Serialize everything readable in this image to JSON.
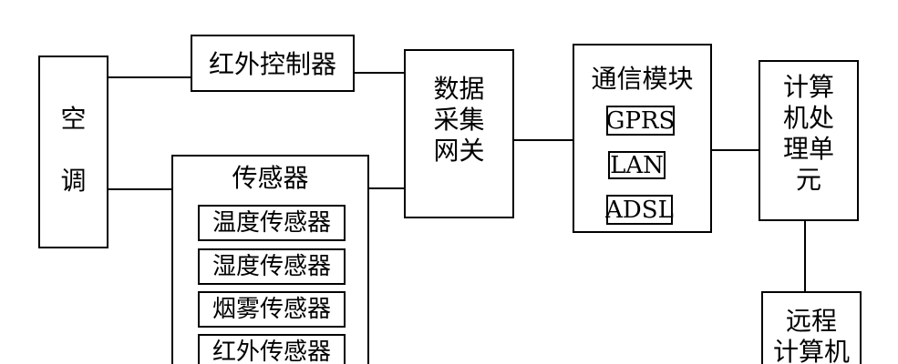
{
  "diagram": {
    "ac": {
      "label": "空\n\n调"
    },
    "ir_controller": {
      "label": "红外控制器"
    },
    "sensors": {
      "title": "传感器",
      "items": [
        "温度传感器",
        "湿度传感器",
        "烟雾传感器",
        "红外传感器"
      ]
    },
    "gateway": {
      "label": "数据\n采集\n网关"
    },
    "comm": {
      "title": "通信模块",
      "items": [
        "GPRS",
        "LAN",
        "ADSL"
      ]
    },
    "processor": {
      "label": "计算\n机处\n理单\n元"
    },
    "remote": {
      "label": "远程\n计算机"
    }
  }
}
